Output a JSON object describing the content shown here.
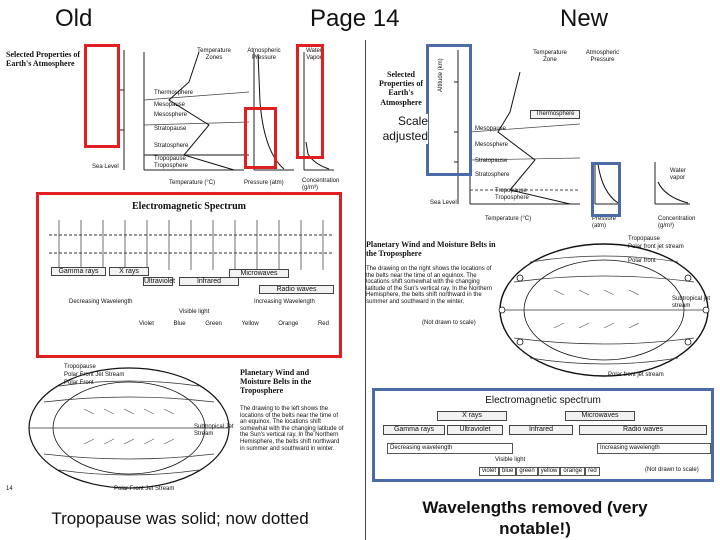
{
  "header": {
    "left": "Old",
    "center": "Page 14",
    "right": "New"
  },
  "annotations": {
    "scale_note": "Scale adjusted",
    "left_caption": "Tropopause was solid; now dotted",
    "right_caption": "Wavelengths removed (very notable!)"
  },
  "old_atmosphere": {
    "title": "Selected Properties of Earth's Atmosphere",
    "col_temp": "Temperature Zones",
    "col_pressure": "Atmospheric Pressure",
    "col_water": "Water Vapor",
    "zones": [
      "Thermosphere",
      "Mesopause",
      "Mesosphere",
      "Stratopause",
      "Stratosphere",
      "Tropopause",
      "Troposphere"
    ],
    "sea_level": "Sea Level",
    "x_temp": "Temperature (°C)",
    "x_pressure": "Pressure (atm)",
    "x_water": "Concentration (g/m³)"
  },
  "old_em": {
    "title": "Electromagnetic Spectrum",
    "bands": [
      "Gamma rays",
      "X rays",
      "Ultraviolet",
      "Infrared",
      "Microwaves",
      "Radio waves"
    ],
    "decreasing": "Decreasing Wavelength",
    "increasing": "Increasing Wavelength",
    "visible": "Visible light",
    "colors": [
      "Violet",
      "Blue",
      "Green",
      "Yellow",
      "Orange",
      "Red"
    ]
  },
  "old_wind": {
    "title": "Planetary Wind and Moisture Belts in the Troposphere",
    "body": "The drawing to the left shows the locations of the belts near the time of an equinox. The locations shift somewhat with the changing latitude of the Sun's vertical ray. In the Northern Hemisphere, the belts shift northward in summer and southward in winter.",
    "labels": [
      "Tropopause",
      "Polar Front Jet Stream",
      "Polar Front",
      "Subtropical Jet Stream",
      "Polar Front Jet Stream"
    ],
    "page_num": "14"
  },
  "new_atmosphere": {
    "title": "Selected Properties of Earth's Atmosphere",
    "col_temp": "Temperature Zone",
    "col_pressure": "Atmospheric Pressure",
    "zones": [
      "Thermosphere",
      "Mesopause",
      "Mesosphere",
      "Stratopause",
      "Stratosphere",
      "Tropopause",
      "Troposphere"
    ],
    "sea_level": "Sea Level",
    "x_temp": "Temperature (°C)",
    "x_pressure": "Pressure (atm)",
    "x_water": "Concentration (g/m³)",
    "water_label": "Water vapor",
    "axis_label": "Altitude (km)"
  },
  "new_wind": {
    "title": "Planetary Wind and Moisture Belts in the Troposphere",
    "body": "The drawing on the right shows the locations of the belts near the time of an equinox. The locations shift somewhat with the changing latitude of the Sun's vertical ray. In the Northern Hemisphere, the belts shift northward in the summer and southward in the winter.",
    "note": "(Not drawn to scale)",
    "labels": [
      "Tropopause",
      "Polar front jet stream",
      "Polar front",
      "Subtropical jet stream",
      "Polar front jet stream"
    ]
  },
  "new_em": {
    "title": "Electromagnetic spectrum",
    "top_bands": [
      "X rays",
      "Microwaves"
    ],
    "bands": [
      "Gamma rays",
      "Ultraviolet",
      "Infrared",
      "Radio waves"
    ],
    "decreasing": "Decreasing wavelength",
    "increasing": "Increasing wavelength",
    "visible": "Visible light",
    "colors": [
      "violet",
      "blue",
      "green",
      "yellow",
      "orange",
      "red"
    ],
    "note": "(Not drawn to scale)"
  }
}
